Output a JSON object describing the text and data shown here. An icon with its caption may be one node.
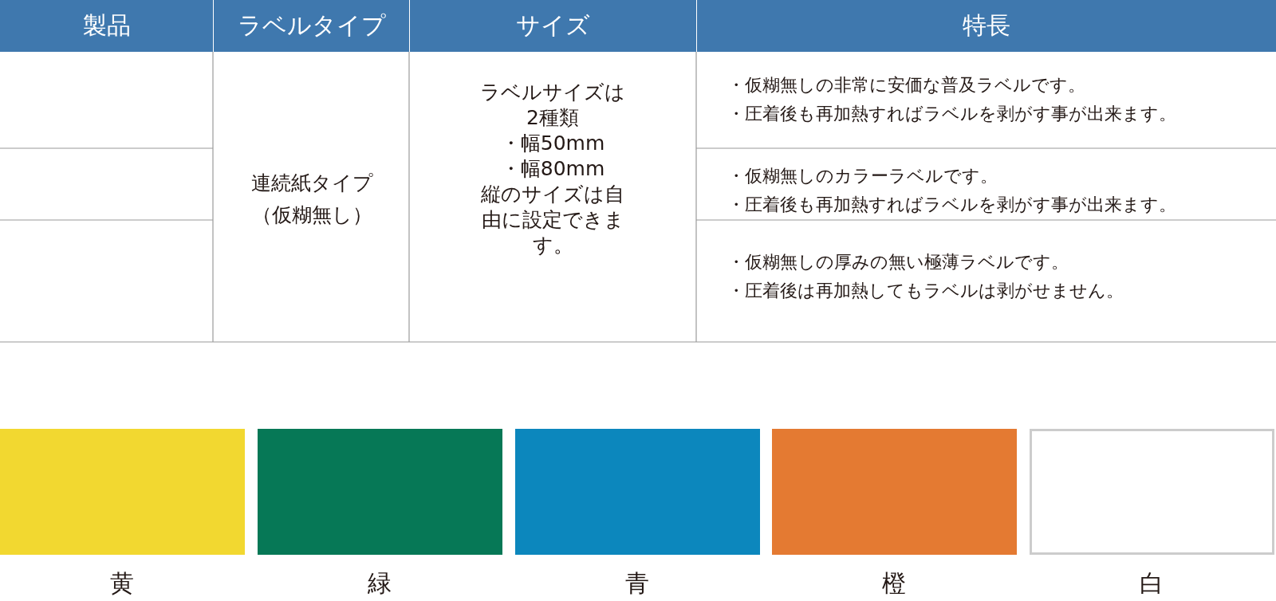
{
  "diagram": {
    "labels": [
      "製品",
      "ラベルタイプ",
      "サイズ",
      "特長",
      "連続紙タイプ（仮糊無し）",
      "ラベルサイズは2種類",
      "・幅50mm",
      "・幅80mm",
      "縦のサイズは自由に設定できます。",
      "・仮糊無しの非常に安価な普及ラベルです。",
      "・圧着後も再加熱すればラベルを剥がす事が出来ます。",
      "・仮糊無しのカラーラベルです。",
      "・圧着後も再加熱すればラベルを剥がす事が出来ます。",
      "・仮糊無しの厚みの無い極薄ラベルです。",
      "・圧着後は再加熱してもラベルは剥がせません。"
    ],
    "legend": [
      {
        "text": "黄",
        "color": "#f2d830"
      },
      {
        "text": "緑",
        "color": "#067856"
      },
      {
        "text": "青",
        "color": "#0c87bd"
      },
      {
        "text": "橙",
        "color": "#e47a32"
      },
      {
        "text": "白",
        "color": "#ffffff"
      }
    ]
  }
}
